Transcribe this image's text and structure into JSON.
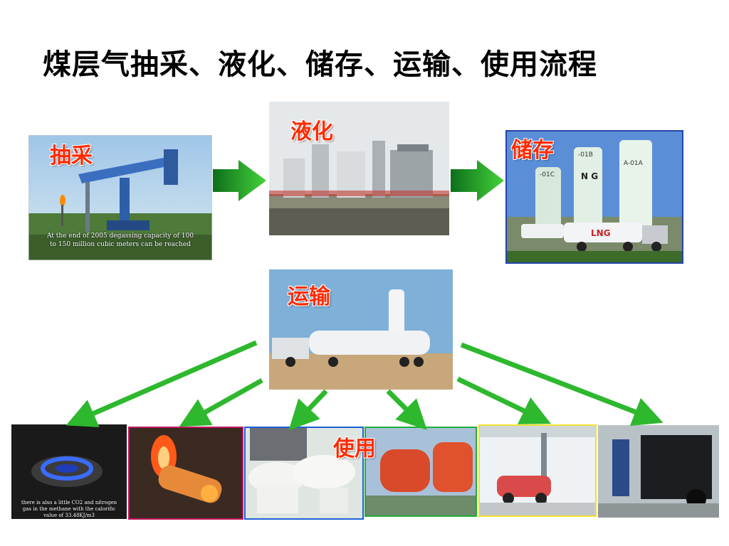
{
  "title": "煤层气抽采、液化、储存、运输、使用流程",
  "stages": {
    "extract": "抽采",
    "liquefy": "液化",
    "store": "储存",
    "transport": "运输",
    "use": "使用"
  },
  "captions": {
    "extract": "At the end of 2005 degassing capacity of 100 to 150 million cubic meters can be reached",
    "stove": "there is also a little CO2 and nitrogen gas in the methane with the calorific value of 33.48KJ/m3"
  },
  "tank_labels": {
    "tank1": "-01C",
    "tank2": "-01B",
    "tank3": "A-01A",
    "tank_ng": "N G",
    "truck": "LNG"
  },
  "colors": {
    "arrow_green": "#2db82d",
    "label_red": "#ff2a00"
  }
}
